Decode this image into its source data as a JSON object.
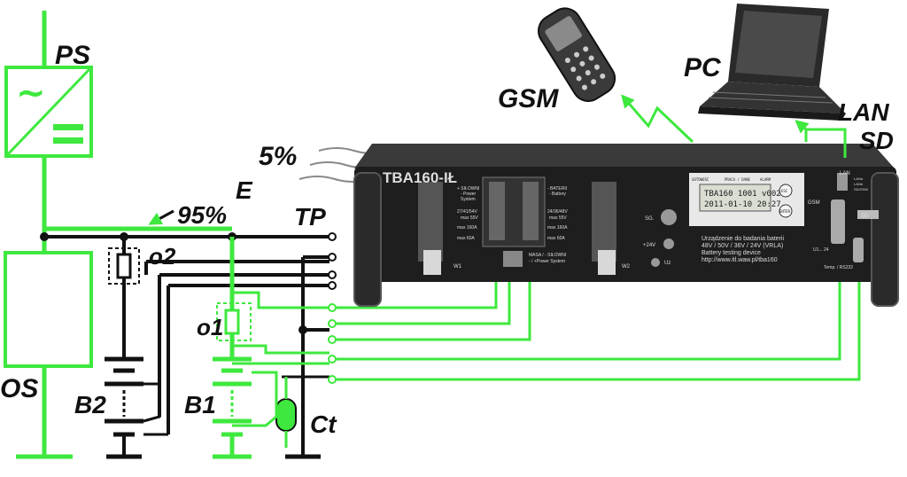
{
  "labels": {
    "ps": "PS",
    "os": "OS",
    "e": "E",
    "pct_small": "5%",
    "pct_big": "95%",
    "tp": "TP",
    "o1": "o1",
    "o2": "o2",
    "b1": "B1",
    "b2": "B2",
    "ct": "Ct",
    "gsm": "GSM",
    "pc": "PC",
    "lan": "LAN",
    "sd": "SD"
  },
  "device": {
    "model": "TBA160-IŁ",
    "lcd_line1": "TBA160 1001 v002",
    "lcd_line2": "2011-01-10 20:27",
    "status_leds": [
      "GOTOWOŚĆ",
      "PRACA / DANE",
      "ALARM"
    ],
    "left_block_labels": [
      "+ SIŁOWNI",
      "- Power",
      "System",
      "27/41/54V",
      "max 55V",
      "max 160A",
      "max 60A"
    ],
    "right_block_labels": [
      "- BATERII",
      "- Battery",
      "24/36/48V",
      "max 55V",
      "max 160A",
      "max 60A"
    ],
    "masa_label": "MASA / - SIŁOWNI",
    "masa_sub": "- / +Power System",
    "w1": "W1",
    "w2": "W2",
    "sg_label": "SG.",
    "plus24": "+24V",
    "uz": "Uz",
    "gsm_port": "GSM",
    "lan_port": "LAN",
    "lan_sub": [
      "LANa",
      "LANb",
      "SD/GSM"
    ],
    "sd_port": "SD",
    "u1_label": "U1... 24",
    "temp_label": "Temp. / RS232",
    "desc_lines": [
      "Urządzenie do badania baterii",
      "48V / 50V / 36V / 24V (VRLA)",
      "Battery testing device",
      "http://www.itl.waw.pl/tba160"
    ],
    "keys": [
      "ESC",
      "ENTER"
    ]
  },
  "colors": {
    "green": "#3ee83e",
    "black": "#111111",
    "chassis": "#1e1e1e",
    "lcd_bg": "#d9ddd2"
  }
}
